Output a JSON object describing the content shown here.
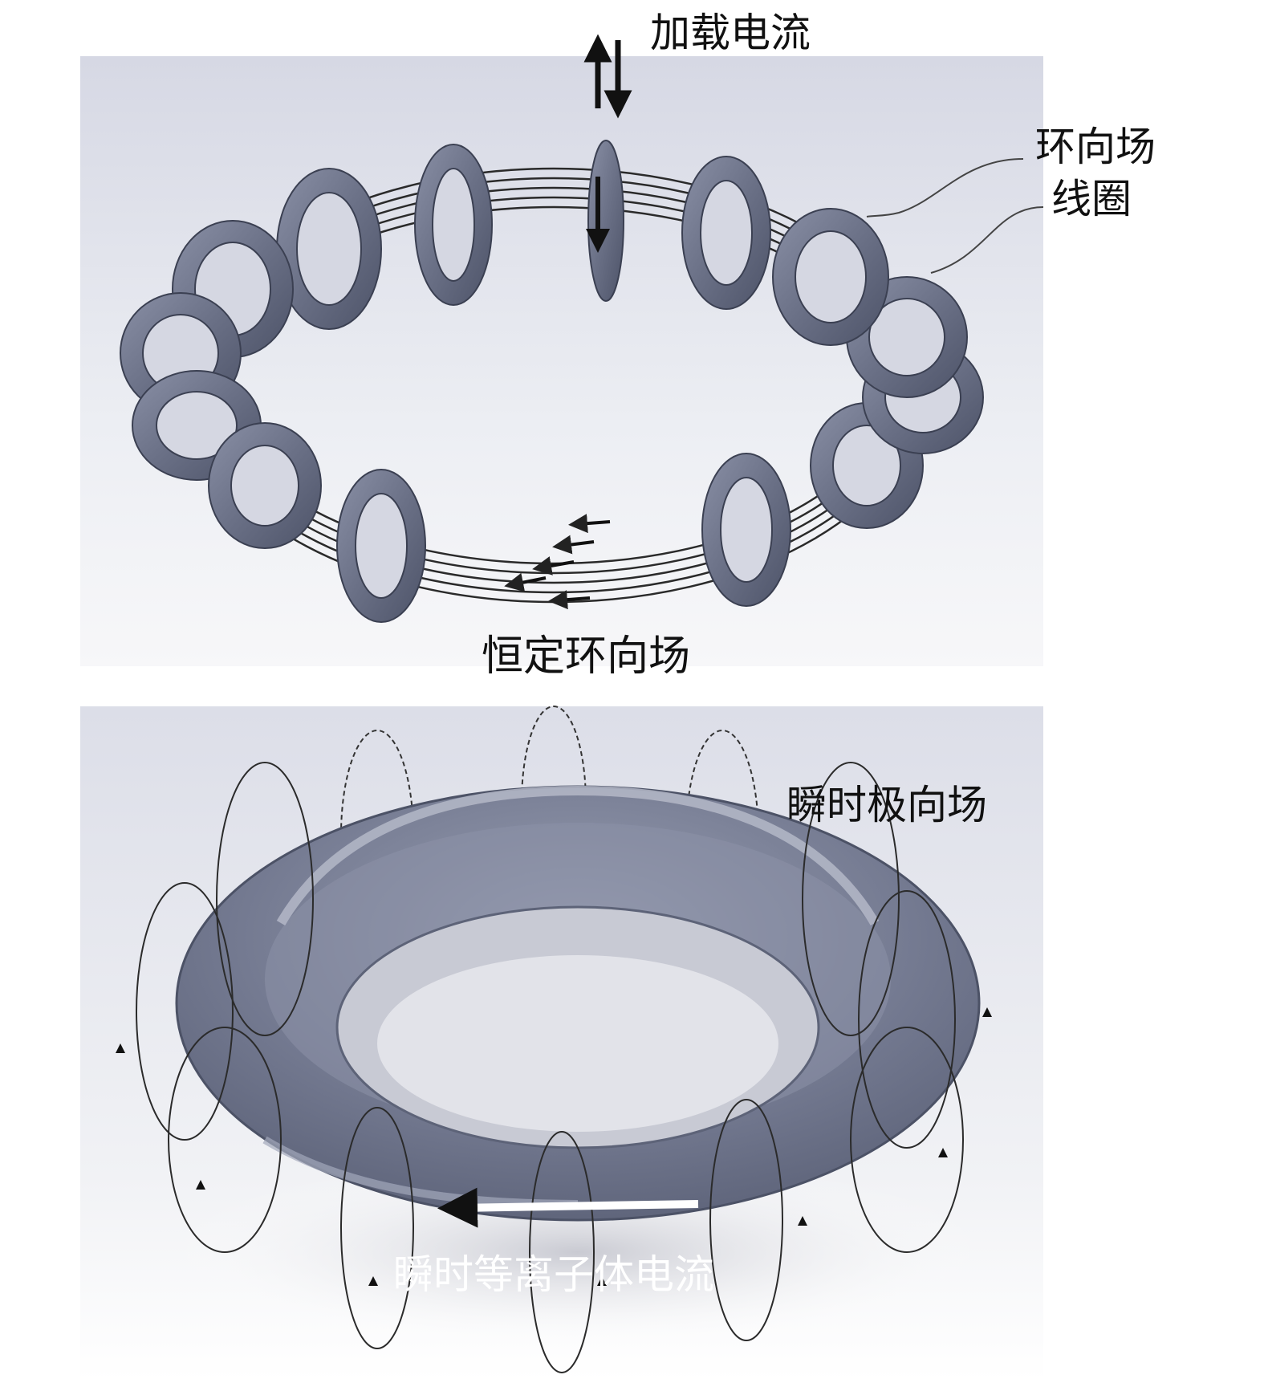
{
  "top_panel": {
    "current_label": "加载电流",
    "coil_label_line1": "环向场",
    "coil_label_line2": "线圈",
    "field_label": "恒定环向场"
  },
  "bottom_panel": {
    "poloidal_label": "瞬时极向场",
    "plasma_label": "瞬时等离子体电流"
  },
  "colors": {
    "coil_face": "#6e7489",
    "coil_side": "#4a5064",
    "torus": "#737a90",
    "background_gradient_top": "#d9dbe6",
    "field_line": "#222222"
  },
  "icons": {
    "current_arrows": "up-down-arrows-icon",
    "field_arrows": "left-arrow-icon",
    "plasma_current_arrow": "left-arrow-icon"
  }
}
